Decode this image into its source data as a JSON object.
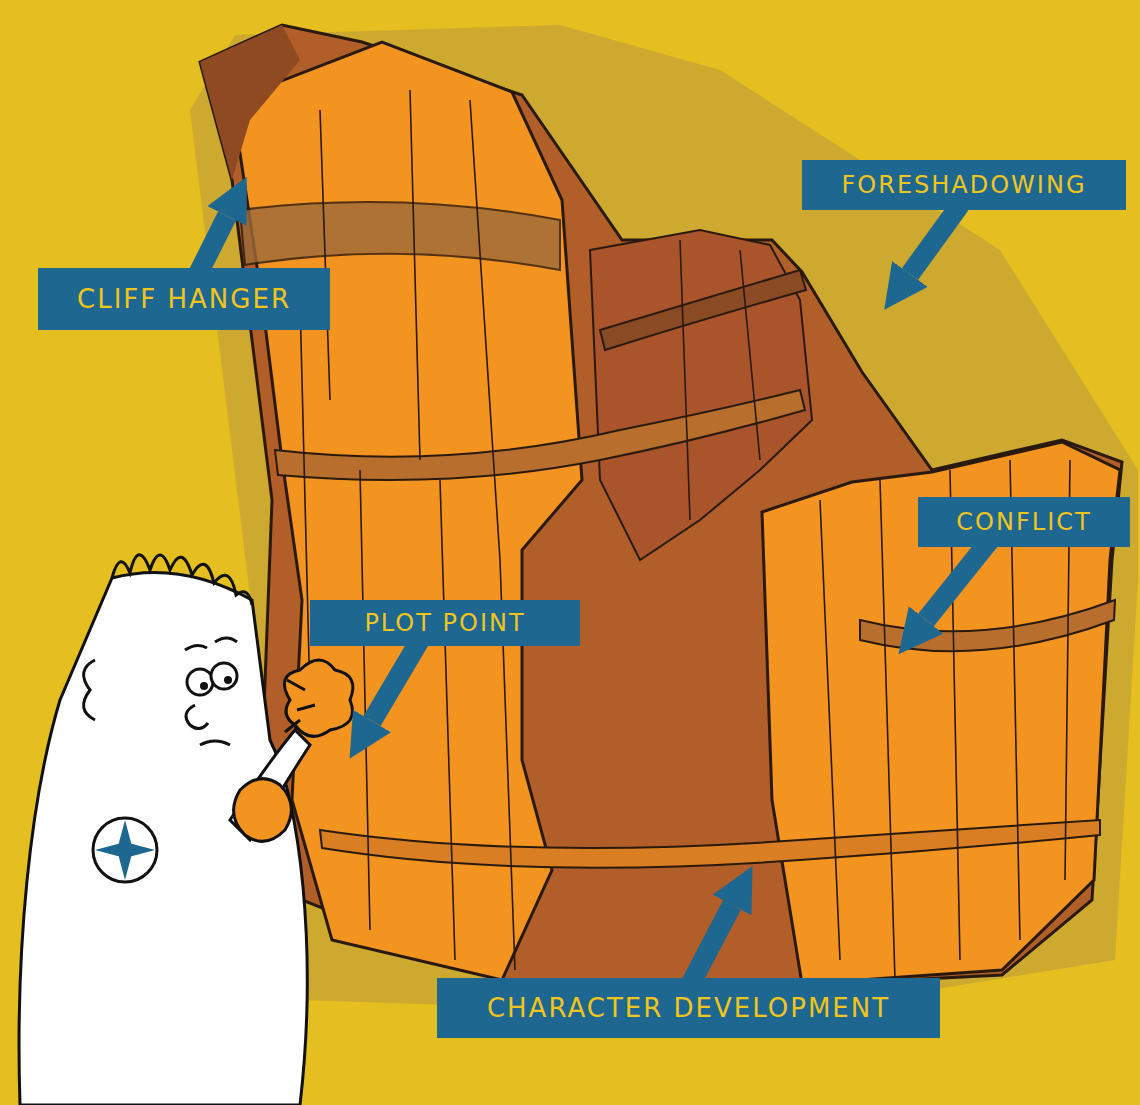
{
  "diagram": {
    "nodes": [
      {
        "text": [
          "FORESHADOWING"
        ]
      },
      {
        "text": [
          "CLIFF HANGER"
        ]
      },
      {
        "text": [
          "CONFLICT"
        ]
      },
      {
        "text": [
          "PLOT POINT"
        ]
      },
      {
        "text": [
          "CHARACTER DEVELOPMENT"
        ]
      }
    ]
  }
}
